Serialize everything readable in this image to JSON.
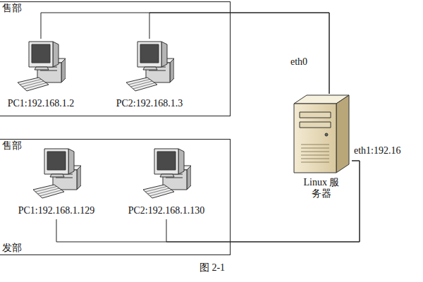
{
  "diagram": {
    "caption": "图 2-1",
    "nodes": [
      {
        "text": [
          "售部"
        ]
      },
      {
        "text": [
          "PC1:192.168.1.2"
        ],
        "in": 0
      },
      {
        "text": [
          "PC2:192.168.1.3"
        ],
        "in": 0
      },
      {
        "text": [
          "Linux 服务器"
        ]
      },
      {
        "text": [
          "售部",
          "发部"
        ]
      },
      {
        "text": [
          "PC1:192.168.1.129"
        ],
        "in": 4
      },
      {
        "text": [
          "PC2:192.168.1.130"
        ],
        "in": 4
      }
    ],
    "edges": [
      {
        "from": 1,
        "to": 3,
        "arrow": "none"
      },
      {
        "from": 2,
        "to": 3,
        "arrow": "none"
      },
      {
        "from": 5,
        "to": 3,
        "arrow": "none"
      },
      {
        "from": 6,
        "to": 3,
        "arrow": "none"
      }
    ],
    "labels": [
      "eth0",
      "eth1:192.16"
    ]
  }
}
